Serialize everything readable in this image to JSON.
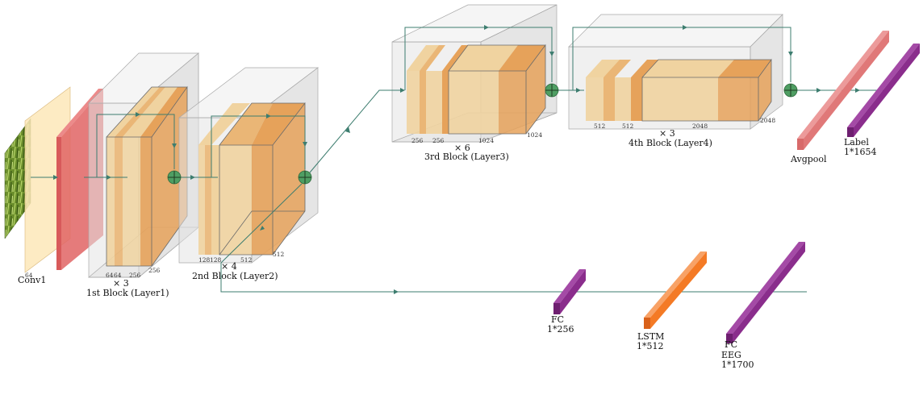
{
  "labels": {
    "conv1": "Conv1",
    "conv1_dim": "64",
    "block1_repeat": "× 3",
    "block1_title": "1st Block (Layer1)",
    "block1_dims": [
      "64",
      "64",
      "256",
      "256"
    ],
    "block2_repeat": "× 4",
    "block2_title": "2nd Block (Layer2)",
    "block2_dims": [
      "128",
      "128",
      "512",
      "512"
    ],
    "block3_repeat": "× 6",
    "block3_title": "3rd Block (Layer3)",
    "block3_dims": [
      "256",
      "256",
      "1024",
      "1024"
    ],
    "block4_repeat": "× 3",
    "block4_title": "4th Block (Layer4)",
    "block4_dims": [
      "512",
      "512",
      "2048",
      "2048"
    ],
    "avgpool": "Avgpool",
    "label_name": "Label",
    "label_size": "1*1654",
    "fc1_name": "FC",
    "fc1_size": "1*256",
    "lstm_name": "LSTM",
    "lstm_size": "1*512",
    "fc2_name": "FC",
    "eeg_name": "EEG",
    "eeg_size": "1*1700"
  },
  "colors": {
    "conv1": "#fde7b8",
    "layer_red": "#e06464",
    "block_light": "#f0d3a0",
    "block_mid": "#eab676",
    "block_dark": "#e6a25a",
    "avgpool": "#e07878",
    "label_bar": "#8a2d8c",
    "fc_bar": "#8a2d8c",
    "lstm_bar": "#f47a25",
    "flow": "#3d7d6f",
    "sum_node": "#4f9e63",
    "frame": "#dcdcdc"
  },
  "icons": [
    "input-image-icon",
    "elementwise-sum-icon"
  ]
}
